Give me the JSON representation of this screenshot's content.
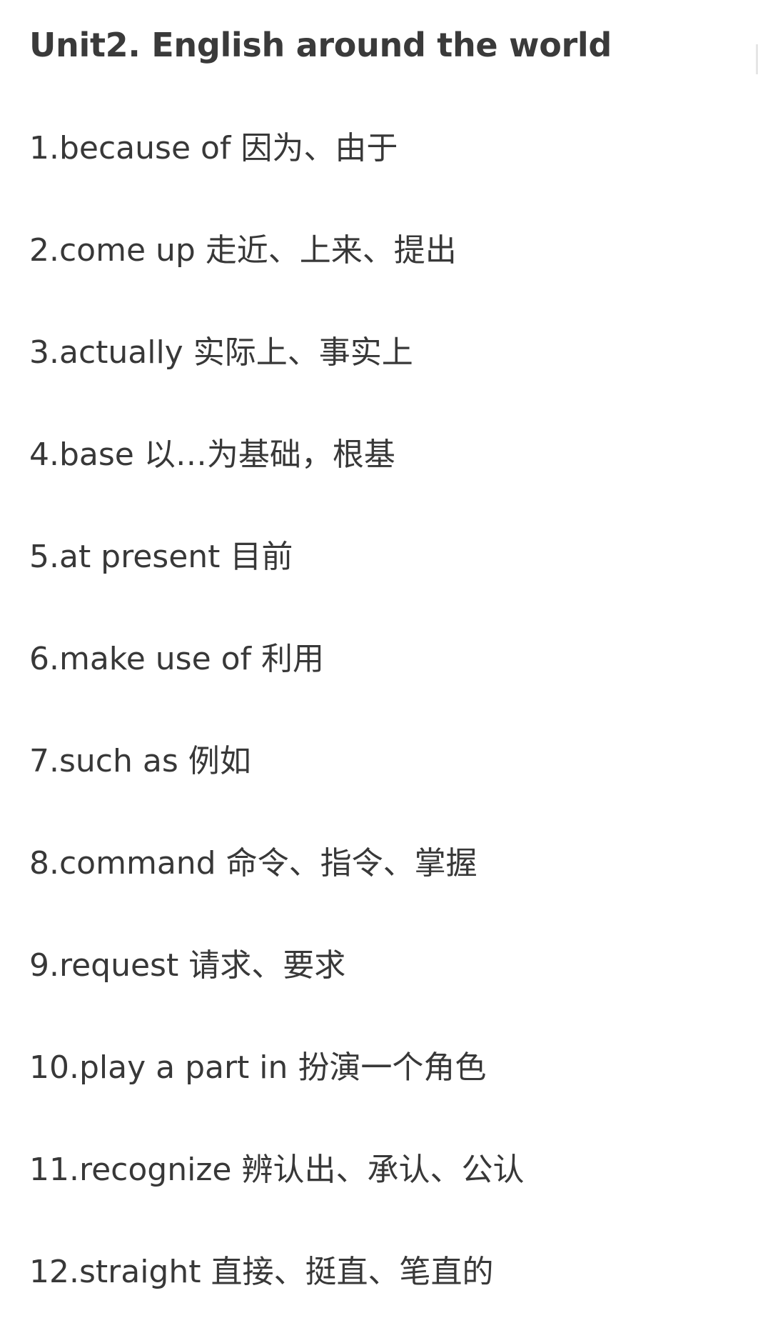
{
  "document": {
    "title": "Unit2. English around the world",
    "items": [
      "1.because of 因为、由于",
      "2.come up 走近、上来、提出",
      "3.actually 实际上、事实上",
      "4.base 以…为基础，根基",
      "5.at present 目前",
      "6.make use of 利用",
      "7.such as 例如",
      "8.command 命令、指令、掌握",
      "9.request 请求、要求",
      "10.play a part in 扮演一个角色",
      "11.recognize 辨认出、承认、公认",
      "12.straight 直接、挺直、笔直的"
    ]
  }
}
